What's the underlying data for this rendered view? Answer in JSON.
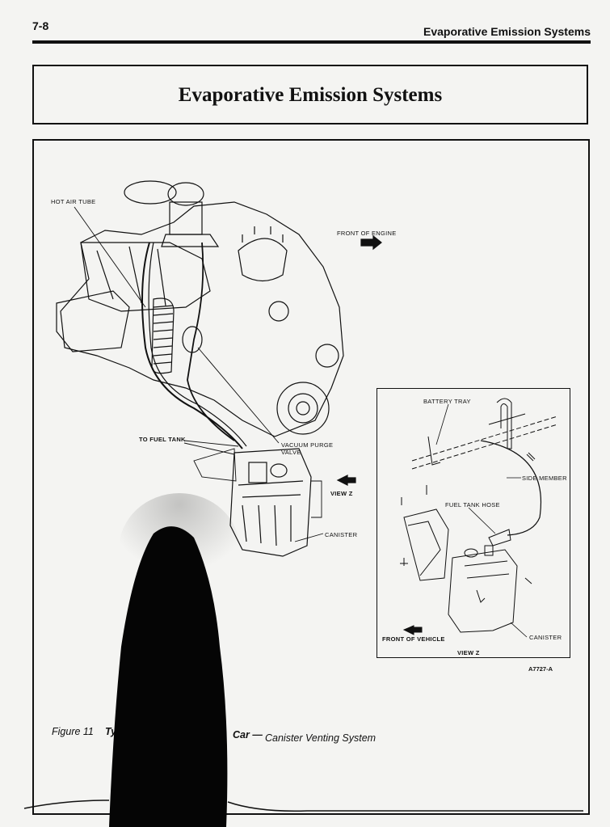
{
  "header": {
    "page_number": "7-8",
    "section_title": "Evaporative Emission Systems"
  },
  "title": "Evaporative Emission Systems",
  "figure": {
    "labels": {
      "hot_air_tube": "HOT AIR TUBE",
      "front_of_engine": "FRONT OF ENGINE",
      "to_fuel_tank": "TO FUEL TANK",
      "vacuum_purge_valve_1": "VACUUM PURGE",
      "vacuum_purge_valve_2": "VALVE",
      "view_z": "VIEW Z",
      "canister": "CANISTER"
    },
    "inset": {
      "battery_tray": "BATTERY TRAY",
      "side_member": "SIDE MEMBER",
      "fuel_tank_hose": "FUEL TANK HOSE",
      "canister": "CANISTER",
      "front_of_vehicle": "FRONT OF VEHICLE",
      "view_z": "VIEW Z"
    },
    "code": "A7727-A",
    "caption": {
      "number": "Figure 11",
      "fragment_left": "Typ",
      "fragment_right": "Car —",
      "text": "Canister Venting System"
    }
  }
}
